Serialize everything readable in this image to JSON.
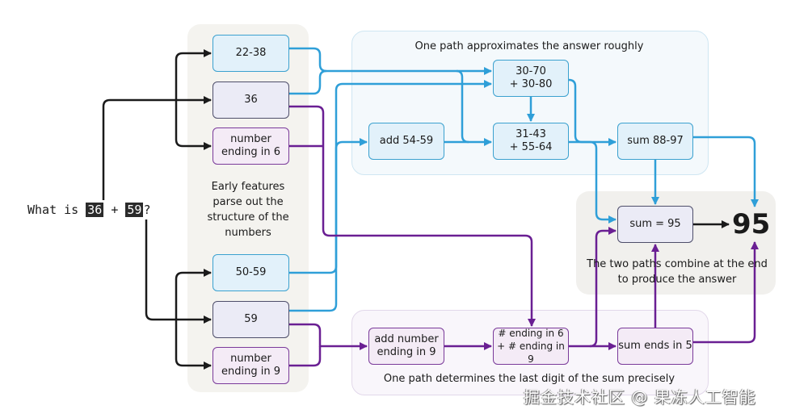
{
  "question": {
    "prefix": "What is ",
    "operand_a": "36",
    "operator": " + ",
    "operand_b": "59",
    "suffix": "?"
  },
  "panels": {
    "features_caption": "Early features parse out the structure of the numbers",
    "approx_caption": "One path approximates the answer roughly",
    "digit_caption": "One path determines the last digit of the sum precisely",
    "combine_caption": "The two paths combine at the end to produce the answer"
  },
  "nodes": {
    "range_22_38": "22-38",
    "exact_36": "36",
    "ending_6": "number ending in 6",
    "range_50_59": "50-59",
    "exact_59": "59",
    "ending_9": "number ending in 9",
    "add_54_59": "add 54-59",
    "approx_30_70": "30-70\n+ 30-80",
    "approx_31_43": "31-43\n+ 55-64",
    "sum_88_97": "sum 88-97",
    "add_ending_9": "add number ending in 9",
    "ending_6_plus_9": "# ending in 6\n+ # ending in 9",
    "sum_ends_5": "sum ends in 5",
    "sum_95": "sum = 95"
  },
  "answer": "95",
  "colors": {
    "approx_path": "#2f9fd8",
    "digit_path": "#6a1f93",
    "input_path": "#1a1a1a"
  },
  "watermark": "掘金技术社区 @ 果冻人工智能"
}
